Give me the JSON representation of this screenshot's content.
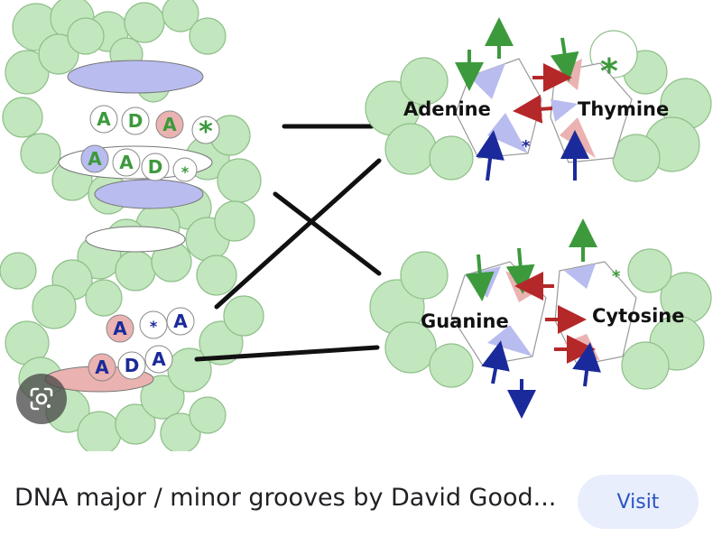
{
  "figure": {
    "molecules": {
      "adenine": "Adenine",
      "thymine": "Thymine",
      "guanine": "Guanine",
      "cytosine": "Cytosine"
    },
    "helix_labels": {
      "top_row1": [
        "A",
        "D",
        "A",
        "*"
      ],
      "top_row2": [
        "A",
        "A",
        "D",
        "*"
      ],
      "bottom_row1": [
        "A",
        "*",
        "A"
      ],
      "bottom_row2": [
        "A",
        "D",
        "A"
      ]
    },
    "ring_marks": {
      "adenine_star": "*",
      "thymine_star": "*",
      "cytosine_star": "*"
    },
    "colors": {
      "donor_green": "#3c9a3c",
      "acceptor_red": "#b5282a",
      "blue": "#1b2a9a",
      "atom_green": "#c2e6bd",
      "atom_blue": "#b9bcef",
      "atom_red": "#eab2b0"
    }
  },
  "lens_icon": "google-lens-icon",
  "caption": "DNA major / minor grooves by David Good...",
  "visit_label": "Visit"
}
